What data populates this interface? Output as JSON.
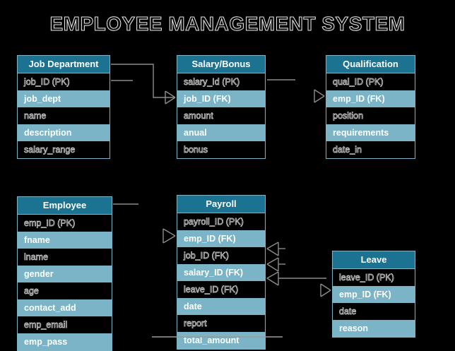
{
  "diagram": {
    "title": "EMPLOYEE MANAGEMENT SYSTEM",
    "colors": {
      "background": "#000000",
      "header_fill": "#1c7391",
      "row_alt_fill": "#7ab4c6",
      "row_fill": "#000000",
      "border": "#7ab4c6",
      "connector": "#8c8c8c"
    }
  },
  "entities": [
    {
      "id": "job-department",
      "name": "Job Department",
      "attributes": [
        "job_ID (PK)",
        "job_dept",
        "name",
        "description",
        "salary_range"
      ]
    },
    {
      "id": "salary-bonus",
      "name": "Salary/Bonus",
      "attributes": [
        "salary_Id (PK)",
        "job_ID (FK)",
        "amount",
        "anual",
        "bonus"
      ]
    },
    {
      "id": "qualification",
      "name": "Qualification",
      "attributes": [
        "qual_ID (PK)",
        "emp_ID (FK)",
        "position",
        "requirements",
        "date_in"
      ]
    },
    {
      "id": "employee",
      "name": "Employee",
      "attributes": [
        "emp_ID (PK)",
        "fname",
        "lname",
        "gender",
        "age",
        "contact_add",
        "emp_email",
        "emp_pass"
      ]
    },
    {
      "id": "payroll",
      "name": "Payroll",
      "attributes": [
        "payroll_ID (PK)",
        "emp_ID (FK)",
        "job_ID (FK)",
        "salary_ID (FK)",
        "leave_ID (FK)",
        "date",
        "report",
        "total_amount"
      ]
    },
    {
      "id": "leave",
      "name": "Leave",
      "attributes": [
        "leave_ID (PK)",
        "emp_ID (FK)",
        "date",
        "reason"
      ]
    }
  ],
  "relationships": [
    {
      "from": "job-department",
      "to": "salary-bonus",
      "to_attribute": "job_ID (FK)",
      "cardinality": "one-to-many"
    },
    {
      "from": "salary-bonus",
      "to": "qualification",
      "to_attribute": "emp_ID (FK)",
      "cardinality": "one-to-many"
    },
    {
      "from": "employee",
      "to": "payroll",
      "to_attribute": "emp_ID (FK)",
      "cardinality": "one-to-many"
    },
    {
      "from": "payroll",
      "to": "leave",
      "to_attribute": "emp_ID (FK)",
      "cardinality": "one-to-many"
    }
  ]
}
